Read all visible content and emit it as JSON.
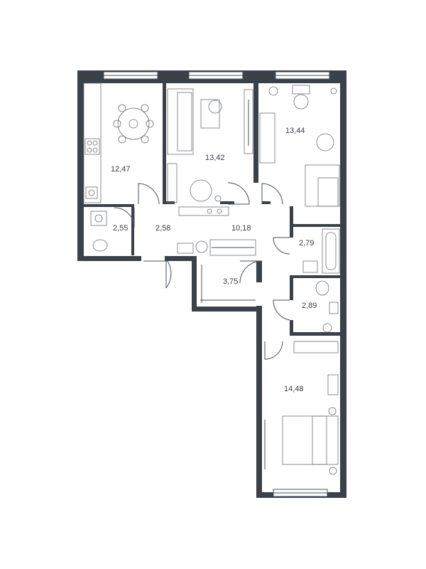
{
  "rooms": {
    "kitchen": "12,47",
    "living": "13,42",
    "bedroom_top": "13,44",
    "bathroom_left": "2,55",
    "hall_left": "2,58",
    "corridor": "10,18",
    "bathroom_right": "2,79",
    "closet": "3,75",
    "wc": "2,89",
    "bedroom_bottom": "14,48"
  },
  "colors": {
    "wall": "#3b4149",
    "line": "#4a5058",
    "label": "#3a3f45"
  }
}
